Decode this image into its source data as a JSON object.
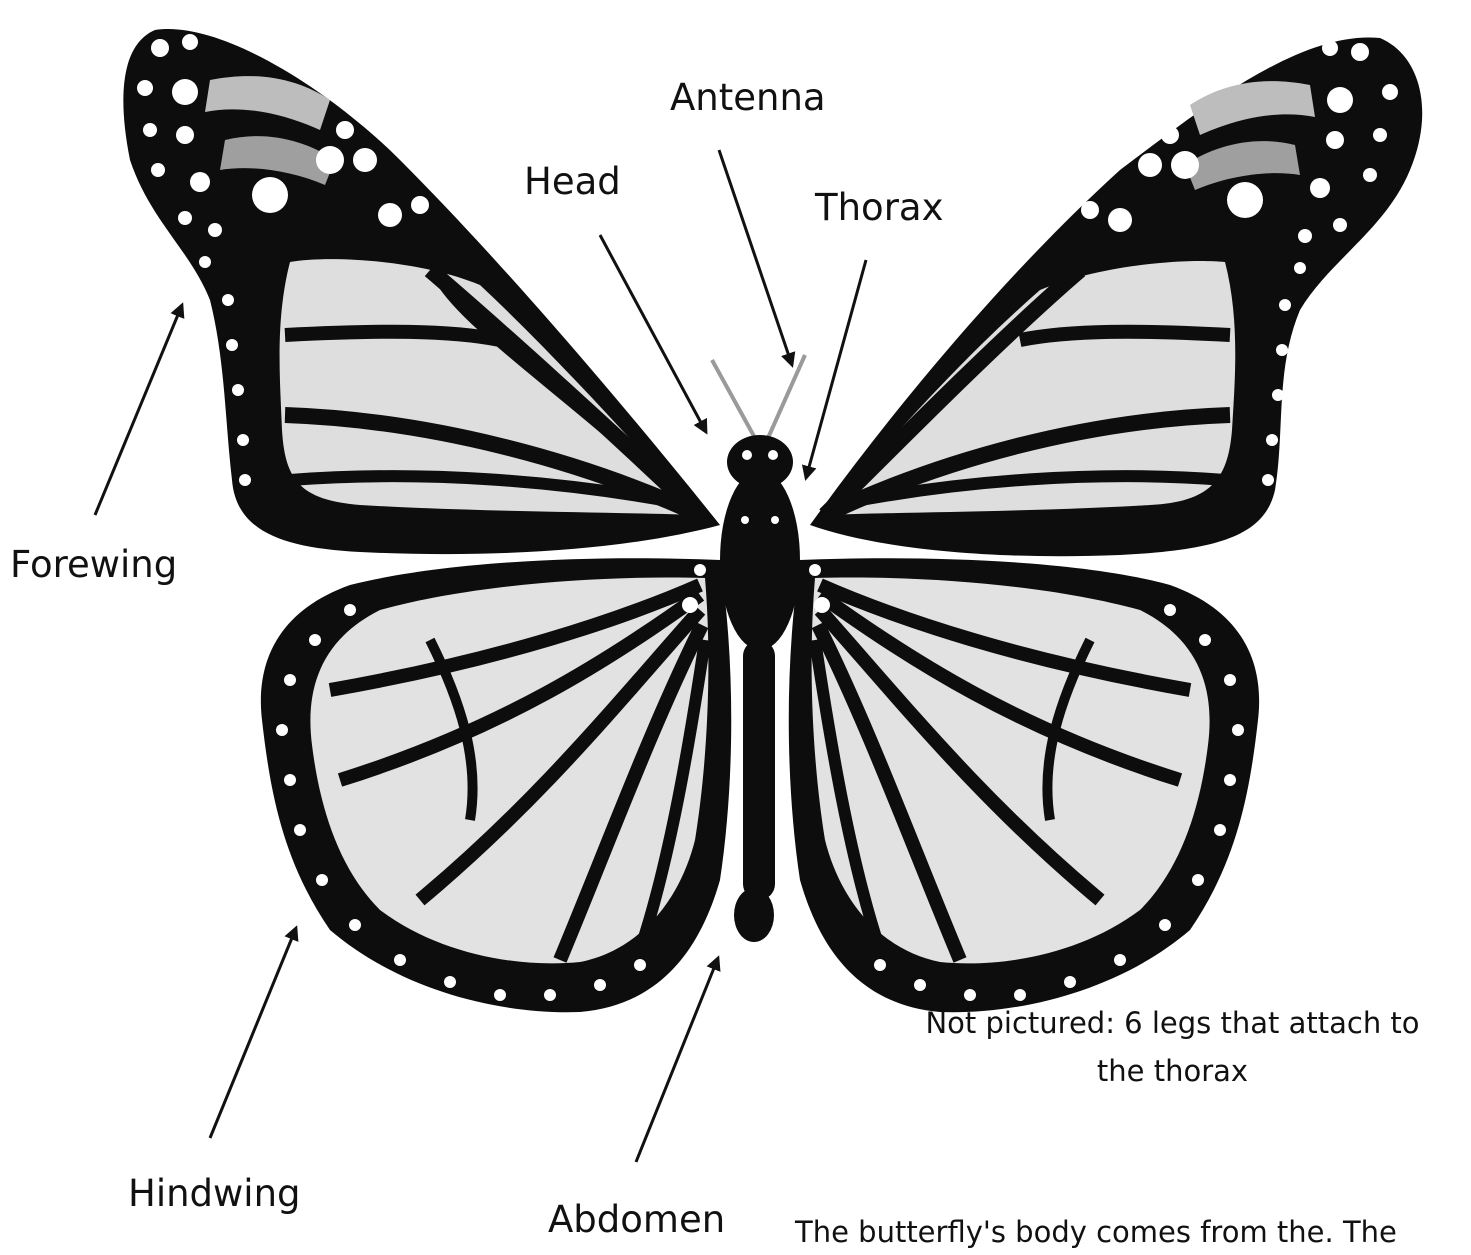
{
  "labels": {
    "antenna": "Antenna",
    "head": "Head",
    "thorax": "Thorax",
    "forewing": "Forewing",
    "hindwing": "Hindwing",
    "abdomen": "Abdomen"
  },
  "note": {
    "line1": "Not pictured: 6 legs that attach to",
    "line2": "the thorax",
    "line3_partial": "The butterfly's body comes from the. The"
  },
  "colors": {
    "ink": "#111111",
    "wing_fill": "#dedede",
    "wing_dark": "#0d0d0d",
    "background": "#ffffff"
  },
  "icons": {
    "butterfly": "monarch-butterfly-illustration",
    "arrows": "pointer-arrow-icon"
  }
}
